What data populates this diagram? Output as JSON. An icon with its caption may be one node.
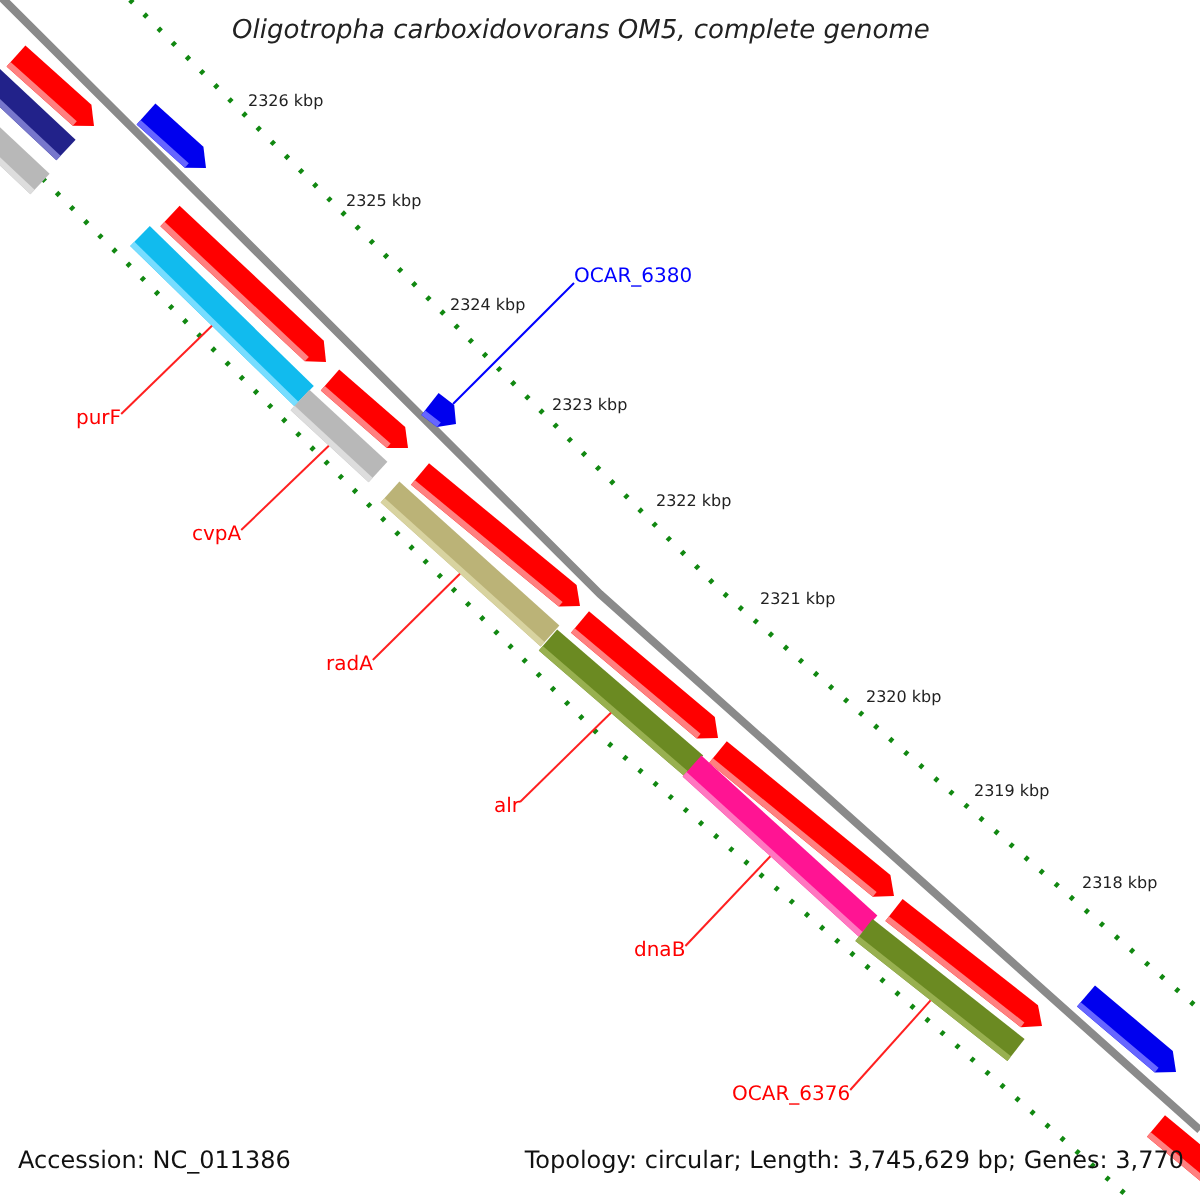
{
  "diagram": {
    "title": "Oligotropha carboxidovorans OM5, complete genome",
    "nodes": [
      {
        "text": [],
        "shape": "pentagon"
      },
      {
        "text": [],
        "shape": "bar"
      },
      {
        "text": [],
        "shape": "bar"
      },
      {
        "text": [],
        "shape": "pentagon"
      },
      {
        "text": [
          "OCAR_6380"
        ]
      },
      {
        "text": [],
        "shape": "pentagon"
      },
      {
        "text": [],
        "shape": "bar"
      },
      {
        "text": [
          "purF"
        ]
      },
      {
        "text": [],
        "shape": "pentagon"
      },
      {
        "text": [],
        "shape": "bar"
      },
      {
        "text": [
          "cvpA"
        ]
      },
      {
        "text": [],
        "shape": "pentagon"
      },
      {
        "text": [],
        "shape": "pentagon"
      },
      {
        "text": [],
        "shape": "bar"
      },
      {
        "text": [
          "radA"
        ]
      },
      {
        "text": [],
        "shape": "pentagon"
      },
      {
        "text": [],
        "shape": "bar"
      },
      {
        "text": [
          "alr"
        ]
      },
      {
        "text": [],
        "shape": "pentagon"
      },
      {
        "text": [],
        "shape": "bar"
      },
      {
        "text": [
          "dnaB"
        ]
      },
      {
        "text": [],
        "shape": "pentagon"
      },
      {
        "text": [],
        "shape": "bar"
      },
      {
        "text": [
          "OCAR_6376"
        ]
      },
      {
        "text": [],
        "shape": "pentagon"
      },
      {
        "text": [],
        "shape": "pentagon"
      }
    ],
    "edges": [
      {
        "from": 4,
        "to": 11,
        "arrow": "none",
        "color": "#0000ff"
      },
      {
        "from": 7,
        "to": 6,
        "arrow": "none"
      },
      {
        "from": 10,
        "to": 9,
        "arrow": "none"
      },
      {
        "from": 14,
        "to": 13,
        "arrow": "none"
      },
      {
        "from": 17,
        "to": 16,
        "arrow": "none"
      },
      {
        "from": 20,
        "to": 19,
        "arrow": "none"
      },
      {
        "from": 23,
        "to": 22,
        "arrow": "none"
      }
    ],
    "labels": [
      "2326 kbp",
      "2325 kbp",
      "2324 kbp",
      "2323 kbp",
      "2322 kbp",
      "2321 kbp",
      "2320 kbp",
      "2319 kbp",
      "2318 kbp",
      "Accession: NC_011386",
      "Topology: circular; Length: 3,745,629 bp; Genes: 3,770"
    ]
  }
}
